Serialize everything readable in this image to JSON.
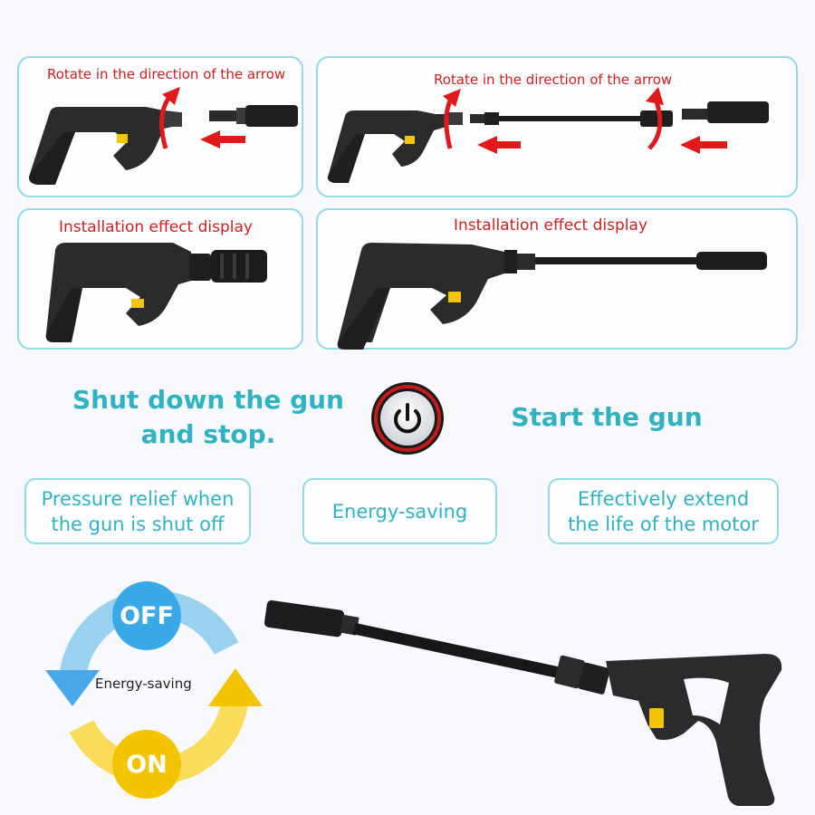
{
  "panels": {
    "top_left_title": "Rotate in the direction of the arrow",
    "top_right_title": "Rotate in the direction of the arrow",
    "mid_left_title": "Installation effect display",
    "mid_right_title": "Installation effect display"
  },
  "power": {
    "shutdown_line1": "Shut down the gun",
    "shutdown_line2": "and stop.",
    "start": "Start the gun",
    "icon": "power-icon"
  },
  "features": {
    "pressure_line1": "Pressure relief when",
    "pressure_line2": "the gun is shut off",
    "energy": "Energy-saving",
    "motor_line1": "Effectively extend",
    "motor_line2": "the life of the motor"
  },
  "cycle": {
    "off": "OFF",
    "on": "ON",
    "center": "Energy-saving",
    "off_color": "#3aa9e8",
    "on_color": "#f5c400"
  },
  "colors": {
    "accent": "#2fb3c4",
    "title_red": "#d11f1f",
    "panel_border": "#8fdbe6"
  }
}
